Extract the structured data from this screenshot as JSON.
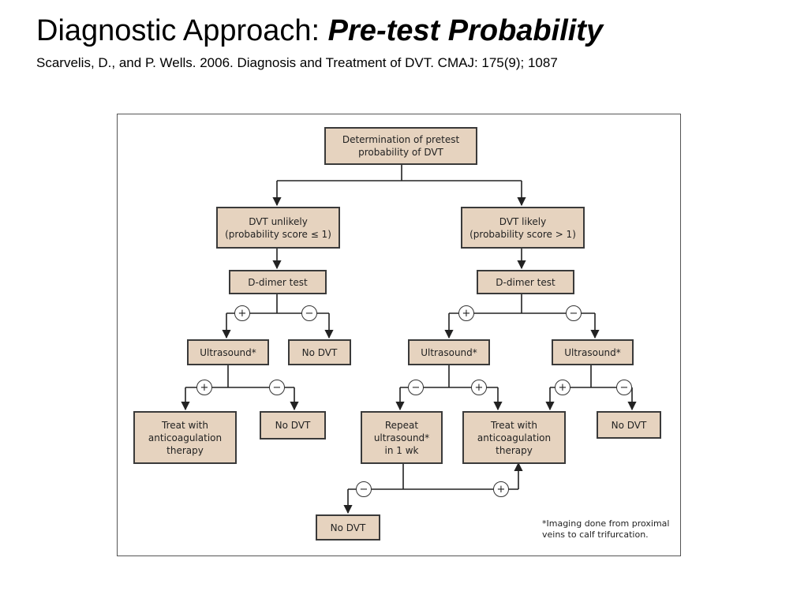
{
  "header": {
    "title_plain": "Diagnostic Approach: ",
    "title_emphasis": "Pre-test Probability",
    "citation": "Scarvelis, D., and P. Wells.  2006. Diagnosis and Treatment of DVT.  CMAJ: 175(9); 1087"
  },
  "flowchart": {
    "nodes": {
      "pretest": "Determination of pretest\nprobability of DVT",
      "unlikely": "DVT unlikely\n(probability score ≤ 1)",
      "likely": "DVT likely\n(probability score > 1)",
      "ddimer_left": "D-dimer test",
      "ddimer_right": "D-dimer test",
      "ultrasound_left": "Ultrasound*",
      "nodvt_ddimer_left": "No DVT",
      "ultrasound_mid": "Ultrasound*",
      "ultrasound_right": "Ultrasound*",
      "treat_left": "Treat with\nanticoagulation\ntherapy",
      "nodvt_us_left": "No DVT",
      "repeat": "Repeat\nultrasound*\nin 1 wk",
      "treat_mid": "Treat with\nanticoagulation\ntherapy",
      "nodvt_us_right": "No DVT",
      "nodvt_repeat": "No DVT"
    },
    "signs": {
      "positive": "+",
      "negative": "−"
    },
    "footnote": "*Imaging done from proximal\nveins to calf trifurcation."
  }
}
